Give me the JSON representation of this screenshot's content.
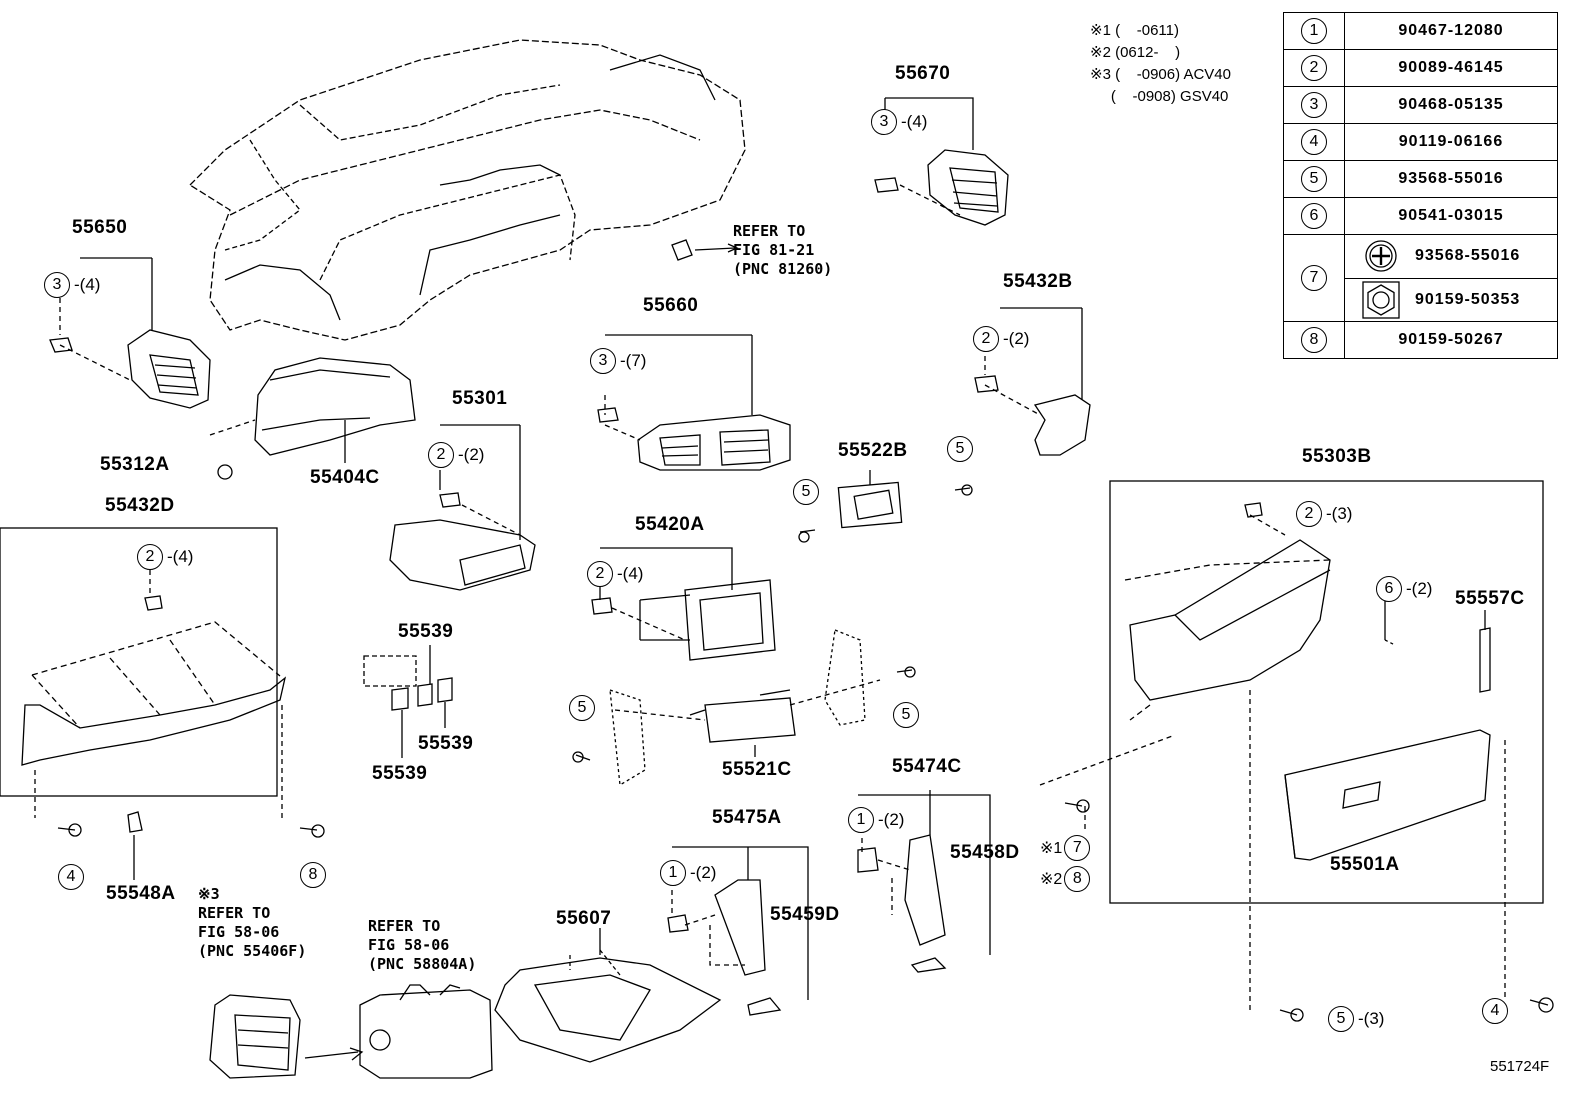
{
  "notes": {
    "line1": "※1 (    -0611)",
    "line2": "※2 (0612-    )",
    "line3": "※3 (    -0906) ACV40",
    "line4": "     (    -0908) GSV40"
  },
  "parts_table": [
    {
      "num": "1",
      "pn": "90467-12080"
    },
    {
      "num": "2",
      "pn": "90089-46145"
    },
    {
      "num": "3",
      "pn": "90468-05135"
    },
    {
      "num": "4",
      "pn": "90119-06166"
    },
    {
      "num": "5",
      "pn": "93568-55016"
    },
    {
      "num": "6",
      "pn": "90541-03015"
    },
    {
      "num": "7",
      "pn_a": "93568-55016",
      "pn_b": "90159-50353",
      "icon_a": "cross-screw-icon",
      "icon_b": "hex-nut-icon"
    },
    {
      "num": "8",
      "pn": "90159-50267"
    }
  ],
  "labels": {
    "l55650": "55650",
    "l55670": "55670",
    "l55660": "55660",
    "l55432B": "55432B",
    "l55312A": "55312A",
    "l55404C": "55404C",
    "l55301": "55301",
    "l55522B": "55522B",
    "l55303B": "55303B",
    "l55432D": "55432D",
    "l55420A": "55420A",
    "l55557C": "55557C",
    "l55539a": "55539",
    "l55539b": "55539",
    "l55539c": "55539",
    "l55521C": "55521C",
    "l55474C": "55474C",
    "l55475A": "55475A",
    "l55458D": "55458D",
    "l55459D": "55459D",
    "l55548A": "55548A",
    "l55607": "55607",
    "l55501A": "55501A"
  },
  "references": {
    "fig81": "REFER TO\nFIG 81-21\n(PNC 81260)",
    "fig58a": "※3\nREFER TO\nFIG 58-06\n(PNC 55406F)",
    "fig58b": "REFER TO\nFIG 58-06\n(PNC 58804A)"
  },
  "callouts": {
    "c55650": {
      "num": "3",
      "qty": "-(4)"
    },
    "c55670": {
      "num": "3",
      "qty": "-(4)"
    },
    "c55660": {
      "num": "3",
      "qty": "-(7)"
    },
    "c55432B": {
      "num": "2",
      "qty": "-(2)"
    },
    "c55301": {
      "num": "2",
      "qty": "-(2)"
    },
    "c55432D": {
      "num": "2",
      "qty": "-(4)"
    },
    "c55420A": {
      "num": "2",
      "qty": "-(4)"
    },
    "c55303B": {
      "num": "2",
      "qty": "-(3)"
    },
    "c6": {
      "num": "6",
      "qty": "-(2)"
    },
    "c55474C": {
      "num": "1",
      "qty": "-(2)"
    },
    "c55475A": {
      "num": "1",
      "qty": "-(2)"
    },
    "c5bot": {
      "num": "5",
      "qty": "-(3)"
    },
    "c5a": {
      "num": "5"
    },
    "c5b": {
      "num": "5"
    },
    "c5c": {
      "num": "5"
    },
    "c5d": {
      "num": "5"
    },
    "c4a": {
      "num": "4"
    },
    "c4b": {
      "num": "4"
    },
    "c8a": {
      "num": "8"
    },
    "c7": {
      "num": "7",
      "prefix": "※1"
    },
    "c8b": {
      "num": "8",
      "prefix": "※2"
    }
  },
  "figure_id": "551724F"
}
